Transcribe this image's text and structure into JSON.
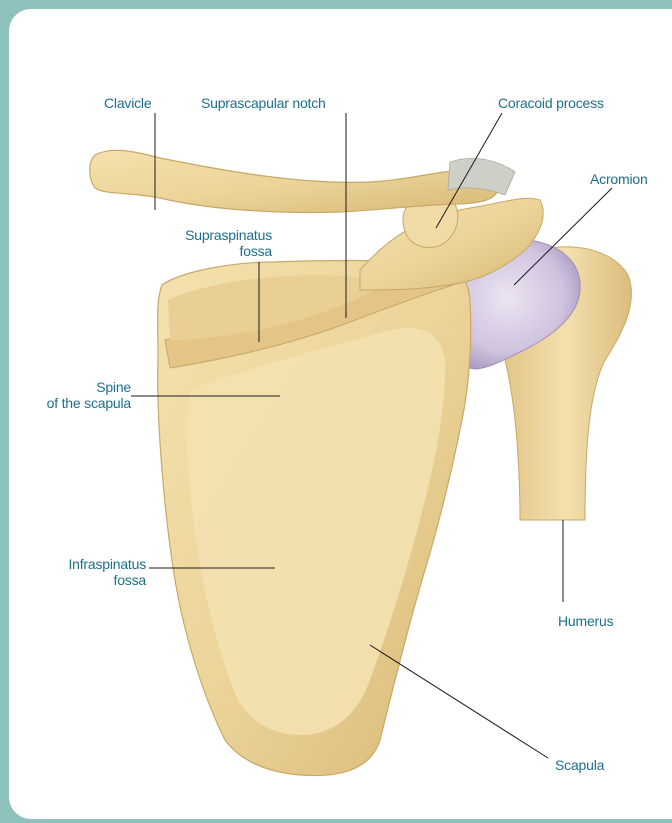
{
  "labels": {
    "clavicle": "Clavicle",
    "suprascapular_notch": "Suprascapular notch",
    "coracoid_process": "Coracoid process",
    "acromion": "Acromion",
    "supraspinatus_fossa_line1": "Supraspinatus",
    "supraspinatus_fossa_line2": "fossa",
    "spine_line1": "Spine",
    "spine_line2": "of the scapula",
    "infraspinatus_fossa_line1": "Infraspinatus",
    "infraspinatus_fossa_line2": "fossa",
    "humerus": "Humerus",
    "scapula": "Scapula"
  },
  "colors": {
    "frame": "#8fc1bd",
    "label_text": "#1d6f8c",
    "bone": "#ecd49a",
    "bone_shadow": "#c9a866",
    "bone_highlight": "#f8e9c2",
    "cartilage": "#cfc3de"
  }
}
